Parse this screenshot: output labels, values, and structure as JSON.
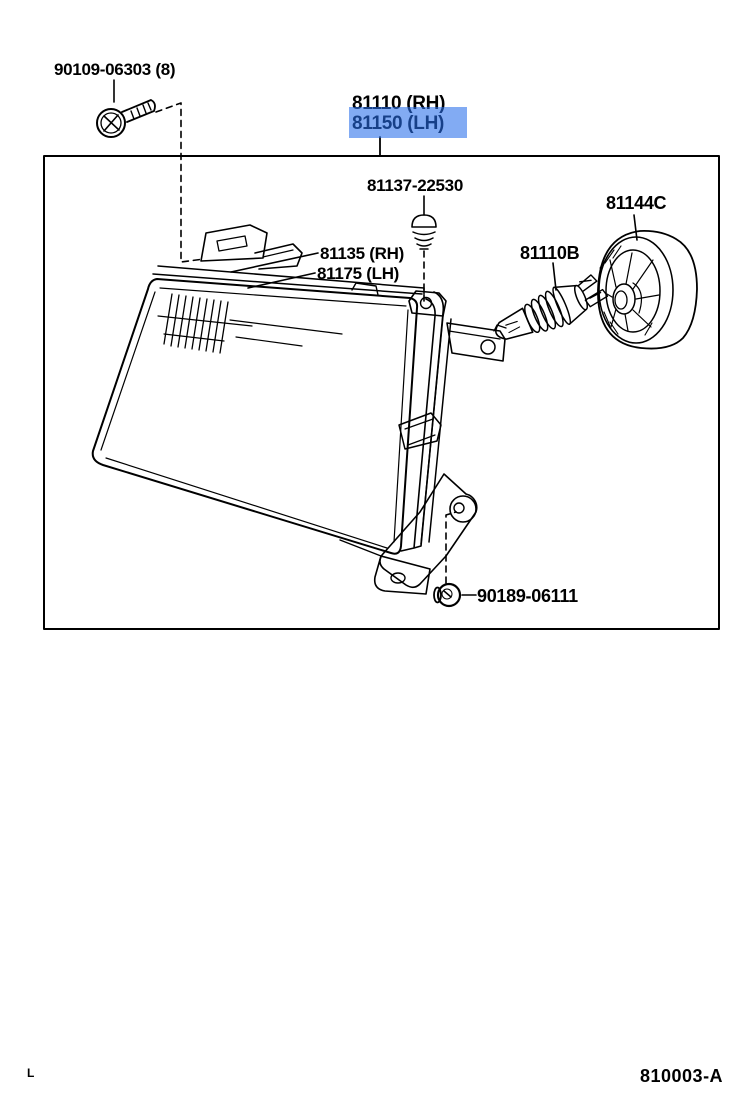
{
  "page": {
    "background": "#ffffff",
    "footer_code": "810003-A",
    "corner_mark": "L"
  },
  "diagram": {
    "line_color": "#000000",
    "selection": {
      "highlight_color": "#84b1ef"
    },
    "title": {
      "line1": "81110 (RH)",
      "line2": "81150 (LH)"
    },
    "callouts": {
      "screw_top": {
        "label": "90109-06303 (8)",
        "icon": "tapping-screw-icon"
      },
      "screw_small": {
        "label": "81137-22530",
        "icon": "headlamp-screw-icon"
      },
      "cover": {
        "label": "81144C",
        "icon": "socket-cover-icon"
      },
      "bulb": {
        "label": "81110B",
        "icon": "halogen-bulb-icon"
      },
      "unit_rh": {
        "label": "81135 (RH)",
        "icon": "headlamp-unit-drawing"
      },
      "unit_lh": {
        "label": "81175 (LH)",
        "icon": "headlamp-unit-drawing"
      },
      "nut": {
        "label": "90189-06111",
        "icon": "grommet-nut-icon"
      }
    }
  }
}
